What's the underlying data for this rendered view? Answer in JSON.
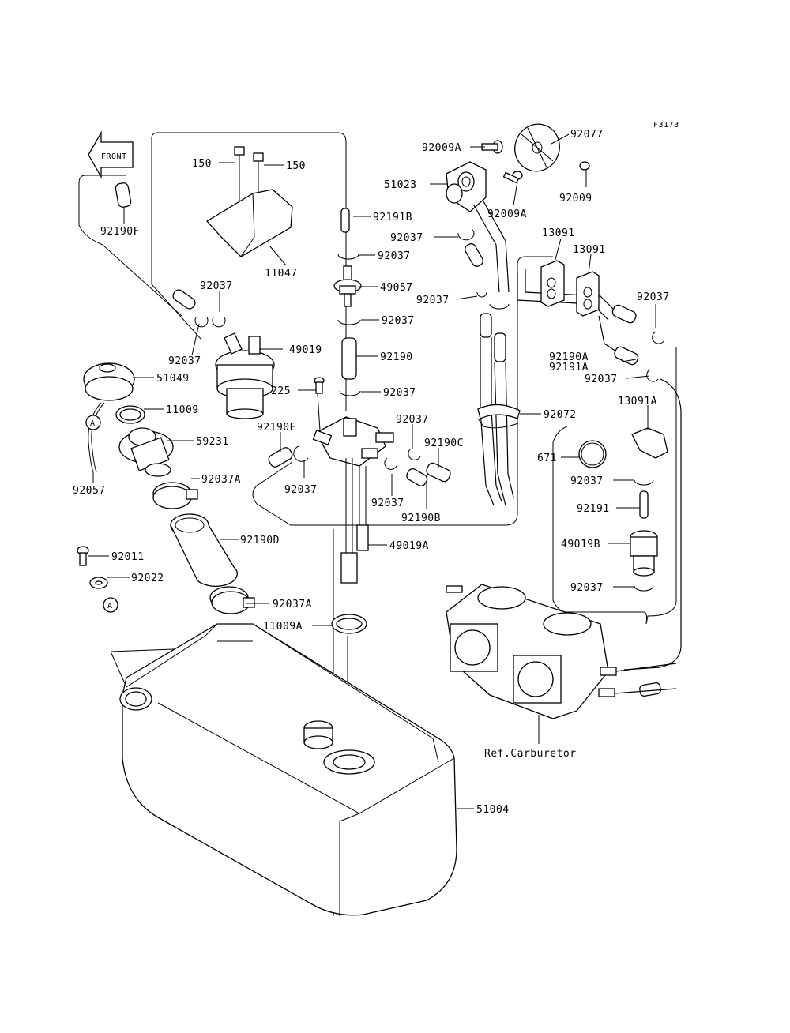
{
  "figure_code": "F3173",
  "front_indicator": "FRONT",
  "callout_A": "A",
  "reference_label": "Ref.Carburetor",
  "parts": {
    "p150_left": "150",
    "p150_right": "150",
    "p92190F": "92190F",
    "p11047": "11047",
    "p92037_a": "92037",
    "p92037_b": "92037",
    "p49019": "49019",
    "p51049": "51049",
    "p11009": "11009",
    "p59231": "59231",
    "p92057": "92057",
    "p92037A_top": "92037A",
    "p92190D": "92190D",
    "p92011": "92011",
    "p92022": "92022",
    "p92037A_bot": "92037A",
    "p11009A": "11009A",
    "p51004": "51004",
    "p92191B": "92191B",
    "p92037_c": "92037",
    "p49057": "49057",
    "p92037_d": "92037",
    "p92190": "92190",
    "p225": "225",
    "p92037_e": "92037",
    "p92190E": "92190E",
    "p92037_f": "92037",
    "p92037_g": "92037",
    "p92190C": "92190C",
    "p92037_h": "92037",
    "p92190B": "92190B",
    "p49019A": "49019A",
    "p92009A_top": "92009A",
    "p92077": "92077",
    "p51023": "51023",
    "p92009": "92009",
    "p92009A_bot": "92009A",
    "p92037_i": "92037",
    "p92037_j": "92037",
    "p92072": "92072",
    "p13091_a": "13091",
    "p13091_b": "13091",
    "p92037_k": "92037",
    "p92190A": "92190A",
    "p92191A": "92191A",
    "p92037_l": "92037",
    "p13091A": "13091A",
    "p671": "671",
    "p92037_m": "92037",
    "p92191": "92191",
    "p49019B": "49019B",
    "p92037_n": "92037"
  }
}
